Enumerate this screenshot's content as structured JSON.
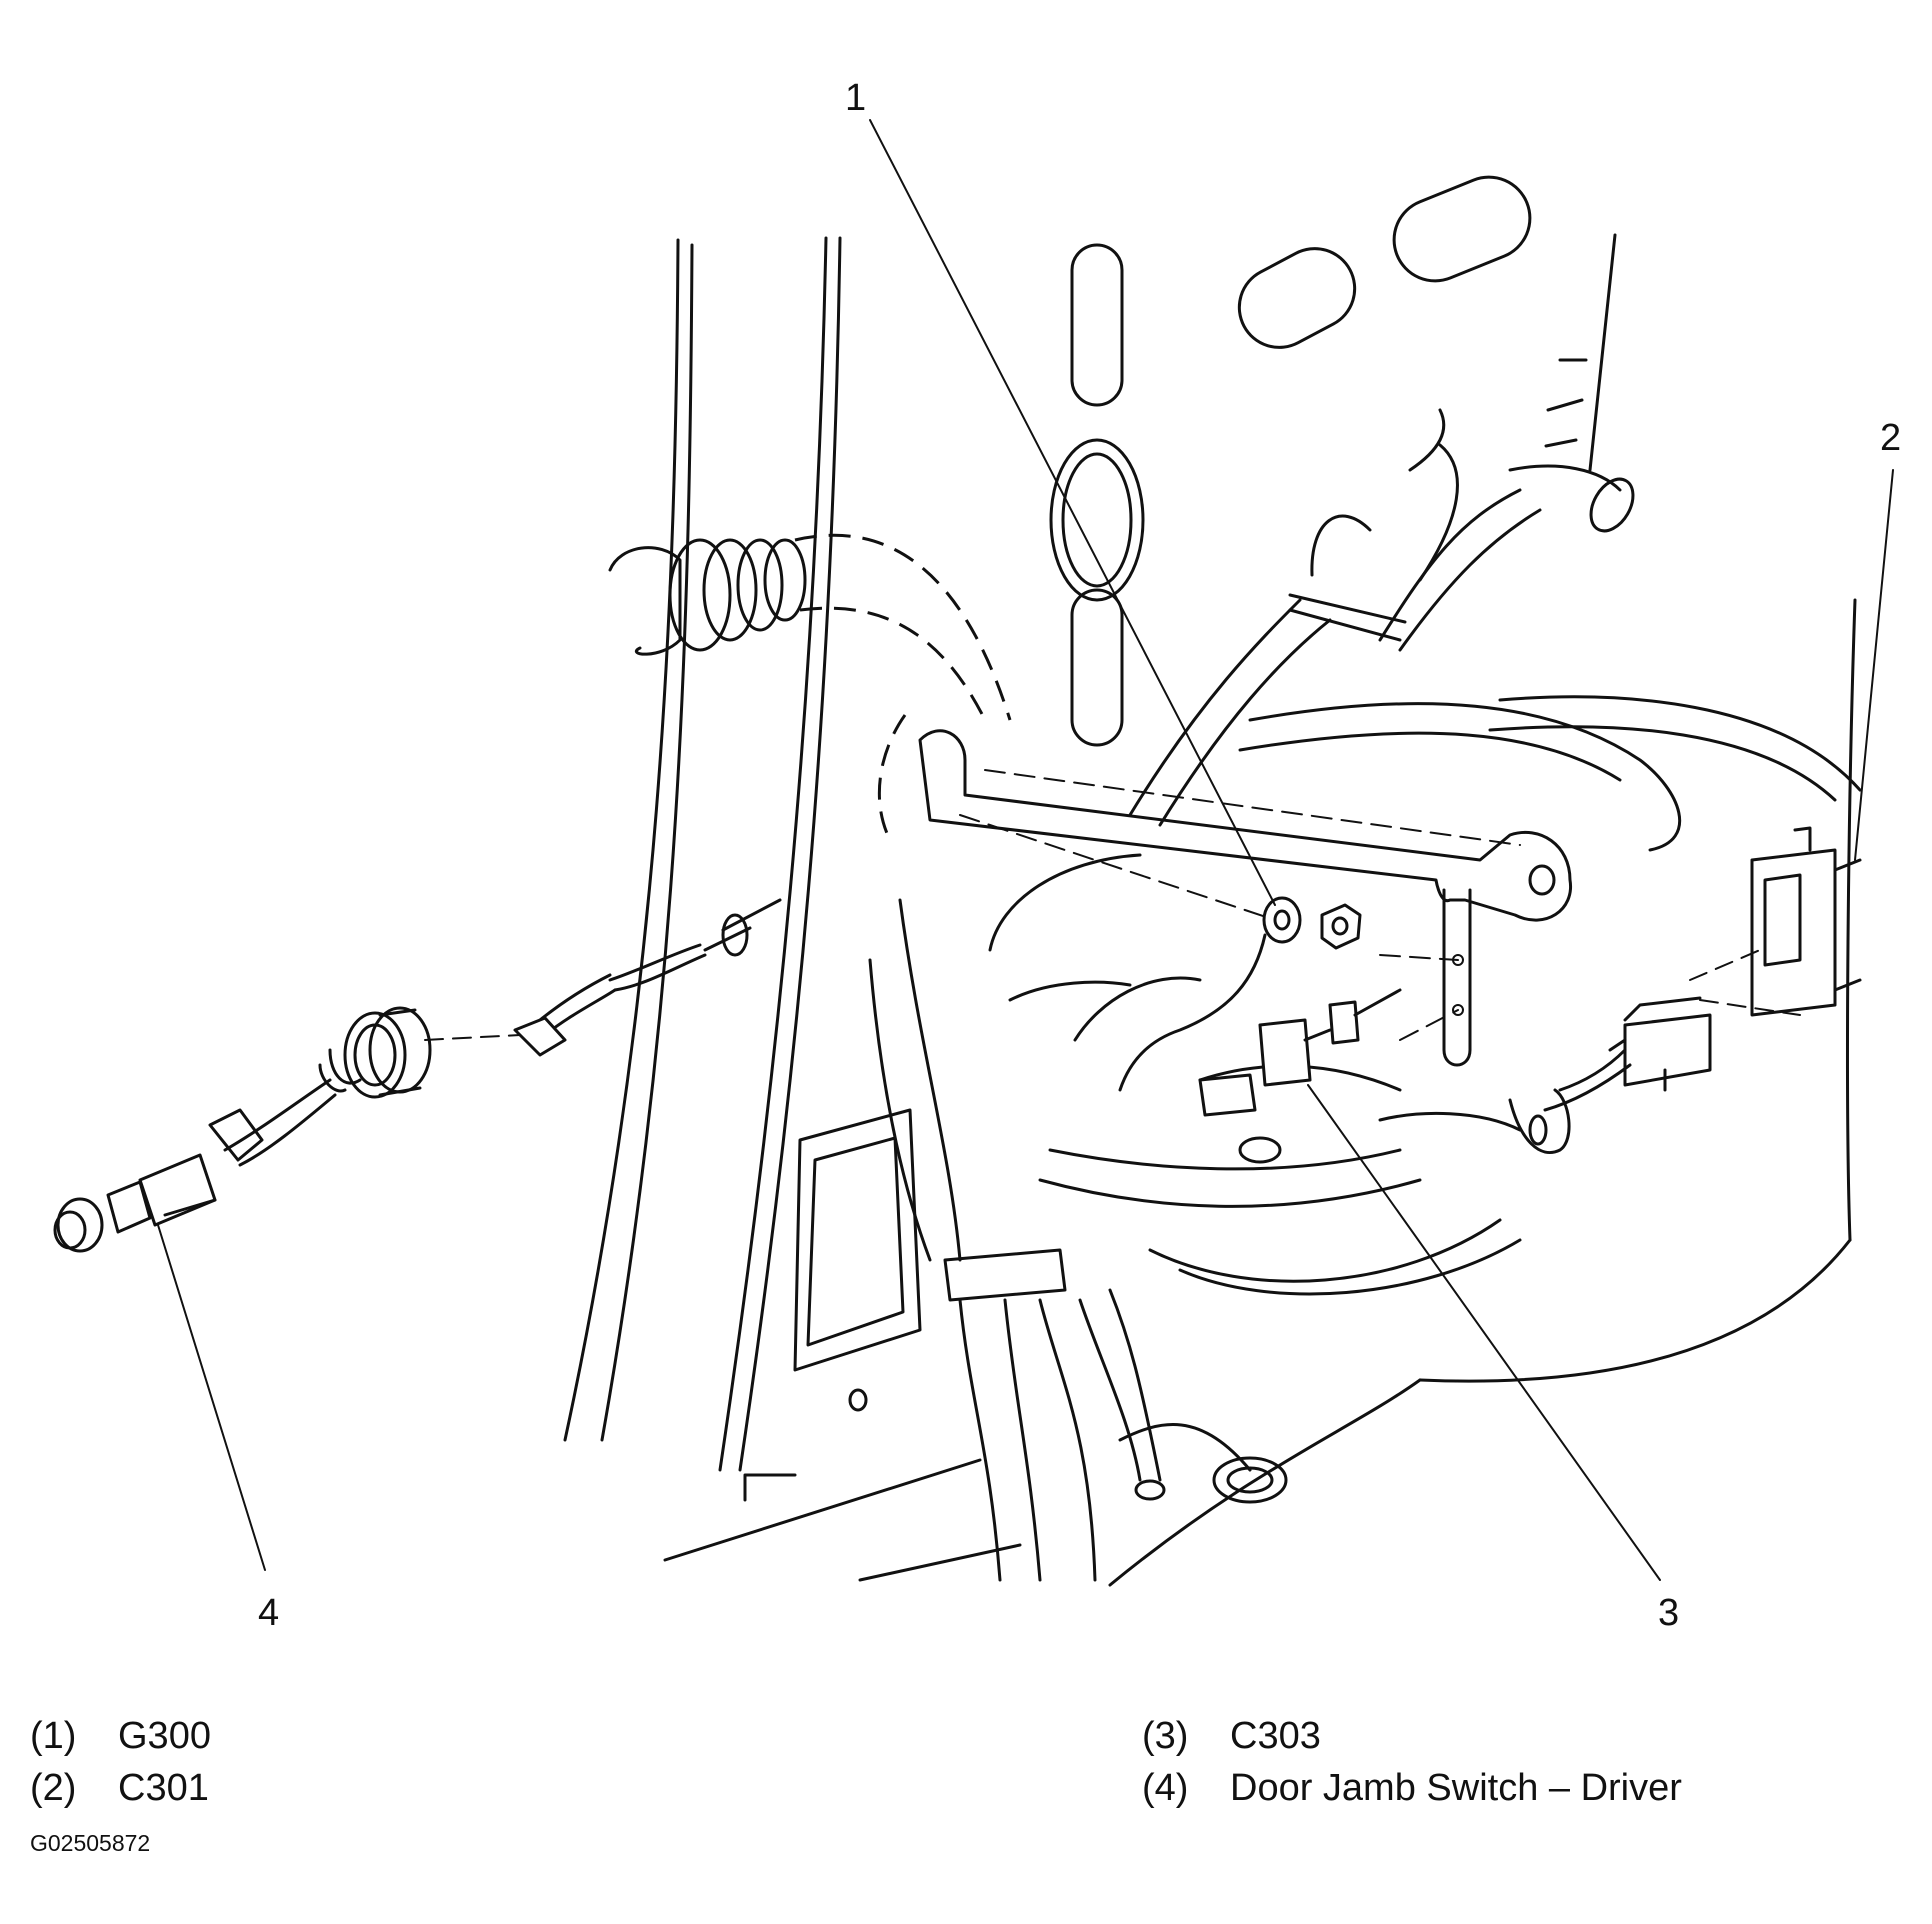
{
  "callouts": [
    {
      "number": "1",
      "code": "G300"
    },
    {
      "number": "2",
      "code": "C301"
    },
    {
      "number": "3",
      "code": "C303"
    },
    {
      "number": "4",
      "code": "Door Jamb Switch – Driver"
    }
  ],
  "legend": {
    "left": [
      {
        "index": "(1)",
        "text": "G300"
      },
      {
        "index": "(2)",
        "text": "C301"
      }
    ],
    "right": [
      {
        "index": "(3)",
        "text": "C303"
      },
      {
        "index": "(4)",
        "text": "Door Jamb Switch – Driver"
      }
    ]
  },
  "figure_id": "G02505872"
}
